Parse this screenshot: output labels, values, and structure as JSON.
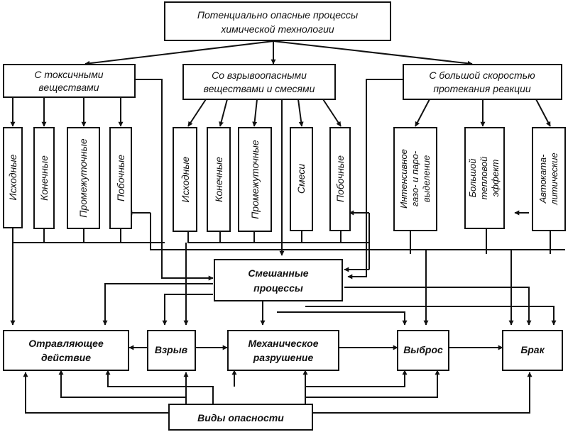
{
  "diagram": {
    "root": [
      "Потенциально опасные процессы",
      "химической технологии"
    ],
    "categories": {
      "toxic": [
        "С токсичными",
        "веществами"
      ],
      "explosive": [
        "Со взрывоопасными",
        "веществами и смесями"
      ],
      "fast_reaction": [
        "С большой скоростью",
        "протекания реакции"
      ]
    },
    "toxic_substances": [
      "Исходные",
      "Конечные",
      "Промежуточные",
      "Побочные"
    ],
    "explosive_substances": [
      "Исходные",
      "Конечные",
      "Промежуточные",
      "Смеси",
      "Побочные"
    ],
    "reaction_features": {
      "gas": [
        "Интенсивное",
        "газо- и паро-",
        "выделение"
      ],
      "heat": [
        "Большой",
        "тепловой",
        "эффект"
      ],
      "auto": [
        "Автоката-",
        "литические"
      ]
    },
    "mixed": [
      "Смешанные",
      "процессы"
    ],
    "effects": {
      "poison": [
        "Отравляющее",
        "действие"
      ],
      "explosion": "Взрыв",
      "mechanical": [
        "Механическое",
        "разрушение"
      ],
      "release": "Выброс",
      "defect": "Брак"
    },
    "hazard_types": "Виды опасности"
  }
}
